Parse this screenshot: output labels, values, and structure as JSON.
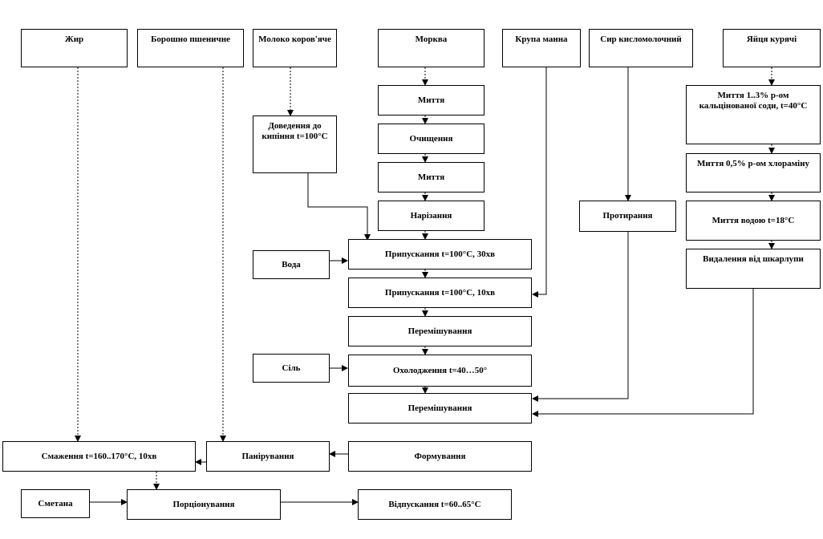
{
  "nodes": {
    "zhyr": "Жир",
    "boroshno": "Борошно пшеничне",
    "moloko": "Молоко коров'яче",
    "morkva": "Морква",
    "krupa": "Крупа манна",
    "syr": "Сир кисломолочний",
    "yaitsia": "Яйця курячі",
    "myttia1": "Миття",
    "ochyshchennia": "Очищення",
    "myttia2": "Миття",
    "narizannia": "Нарізання",
    "dovedennia": "Доведення до кипіння t=100°С",
    "myttia_soda": "Миття 1..3% р-ом кальцінованої соди, t=40°С",
    "myttia_khloramin": "Миття 0,5% р-ом хлораміну",
    "myttia_voda": "Миття водою t=18°С",
    "vydalennia": "Видалення від шкарлупи",
    "protyrannia": "Протирання",
    "voda": "Вода",
    "prypuskannia30": "Припускання t=100°С, 30хв",
    "prypuskannia10": "Припускання t=100°С, 10хв",
    "peremishuvannia1": "Перемішування",
    "sil": "Сіль",
    "okholodzhennia": "Охолодження t=40…50°",
    "peremishuvannia2": "Перемішування",
    "smazhennia": "Смаження t=160..170°С, 10хв",
    "paniruvannia": "Панірування",
    "formuvannia": "Формування",
    "smetana": "Сметана",
    "portsionuvannia": "Порціонування",
    "vidpuskannia": "Відпускання t=60..65°С"
  }
}
